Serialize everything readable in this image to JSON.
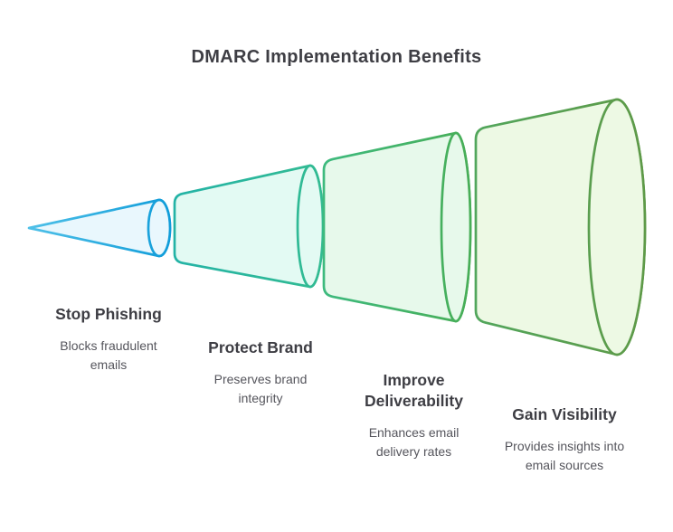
{
  "title": "DMARC Implementation Benefits",
  "colors": {
    "background": "#ffffff",
    "title_text": "#3e3e44",
    "heading_text": "#3e3e44",
    "description_text": "#55555c"
  },
  "funnel": {
    "stages": [
      {
        "name": "stop-phishing",
        "heading": "Stop Phishing",
        "desc_line1": "Blocks fraudulent",
        "desc_line2": "emails",
        "stroke_from": "#4fc0e8",
        "stroke_to": "#0f9cd9",
        "fill": "#e9f7fd"
      },
      {
        "name": "protect-brand",
        "heading": "Protect Brand",
        "desc_line1": "Preserves brand",
        "desc_line2": "integrity",
        "stroke_from": "#24b3a6",
        "stroke_to": "#32bb92",
        "fill": "#e3faf3"
      },
      {
        "name": "improve-deliverability",
        "heading": "Improve Deliverability",
        "desc_line1": "Enhances email",
        "desc_line2": "delivery rates",
        "stroke_from": "#3eba7e",
        "stroke_to": "#48ae57",
        "fill": "#e7f9eb"
      },
      {
        "name": "gain-visibility",
        "heading": "Gain Visibility",
        "desc_line1": "Provides insights into",
        "desc_line2": "email sources",
        "stroke_from": "#52a65c",
        "stroke_to": "#5e9a48",
        "fill": "#edf9e4"
      }
    ]
  }
}
